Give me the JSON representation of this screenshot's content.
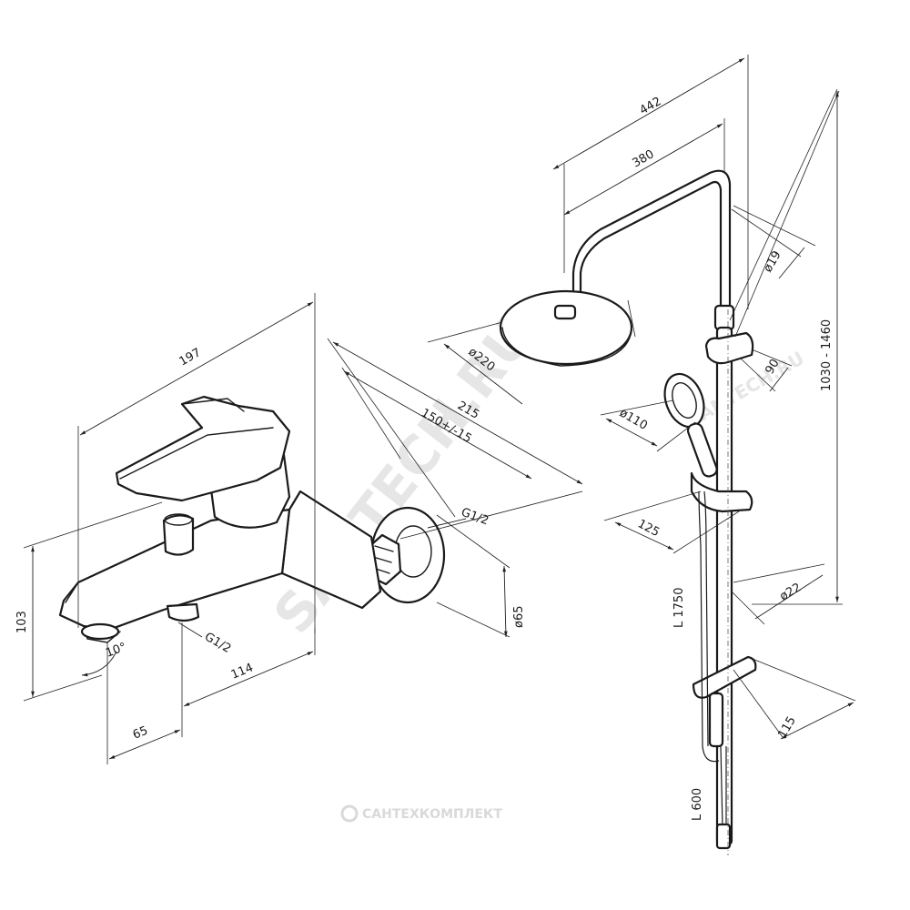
{
  "dimensions": {
    "mixer": {
      "width_197": "197",
      "depth_215": "215",
      "spacing_150": "150+/-15",
      "thread_right": "G1/2",
      "diameter_65": "ø65",
      "height_103": "103",
      "angle_10": "10°",
      "thread_bottom": "G1/2",
      "length_114": "114",
      "length_65": "65"
    },
    "shower": {
      "reach_442": "442",
      "reach_380": "380",
      "pipe_19": "ø19",
      "head_220": "ø220",
      "holder_90": "90",
      "hand_110": "ø110",
      "hand_125": "125",
      "height_range": "1030 - 1460",
      "hose_1750": "L 1750",
      "bar_22": "ø22",
      "slider_115": "115",
      "hose_600": "L 600"
    }
  },
  "watermark": {
    "big": "SANTECH.RU",
    "small": "SANTECH.RU",
    "bottom": "САНТЕХКОМПЛЕКТ"
  },
  "colors": {
    "line": "#1a1a1a",
    "watermark": "#e6e6e6"
  }
}
